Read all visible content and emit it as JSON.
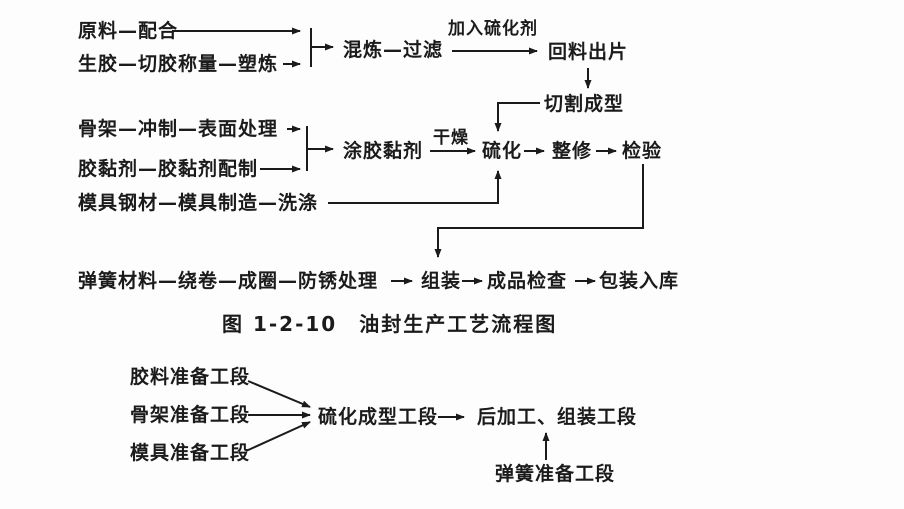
{
  "colors": {
    "ink": "#1b1b1b",
    "background": "#fdfdfd"
  },
  "upper_flow": {
    "raw_material_chain": "原料—配合",
    "raw_rubber_chain": "生胶—切胶称量—塑炼",
    "mixing_filter_chain": "混炼—过滤",
    "add_vulcanizing_agent_label": "加入硫化剂",
    "reclaim_sheeting": "回料出片",
    "cutting_forming": "切割成型",
    "skeleton_chain": "骨架—冲制—表面处理",
    "adhesive_chain": "胶黏剂—胶黏剂配制",
    "apply_adhesive": "涂胶黏剂",
    "drying_label": "干燥",
    "vulcanization": "硫化",
    "trimming": "整修",
    "inspection": "检验",
    "mold_chain": "模具钢材—模具制造—洗涤",
    "spring_chain": "弹簧材料—绕卷—成圈—防锈处理",
    "assembly": "组装",
    "final_inspection": "成品检查",
    "packing_storage": "包装入库"
  },
  "caption": "图 1-2-10　油封生产工艺流程图",
  "lower_flow": {
    "rubber_prep_section": "胶料准备工段",
    "skeleton_prep_section": "骨架准备工段",
    "mold_prep_section": "模具准备工段",
    "vulcanizing_forming_section": "硫化成型工段",
    "post_processing_assembly_section": "后加工、组装工段",
    "spring_prep_section": "弹簧准备工段"
  }
}
